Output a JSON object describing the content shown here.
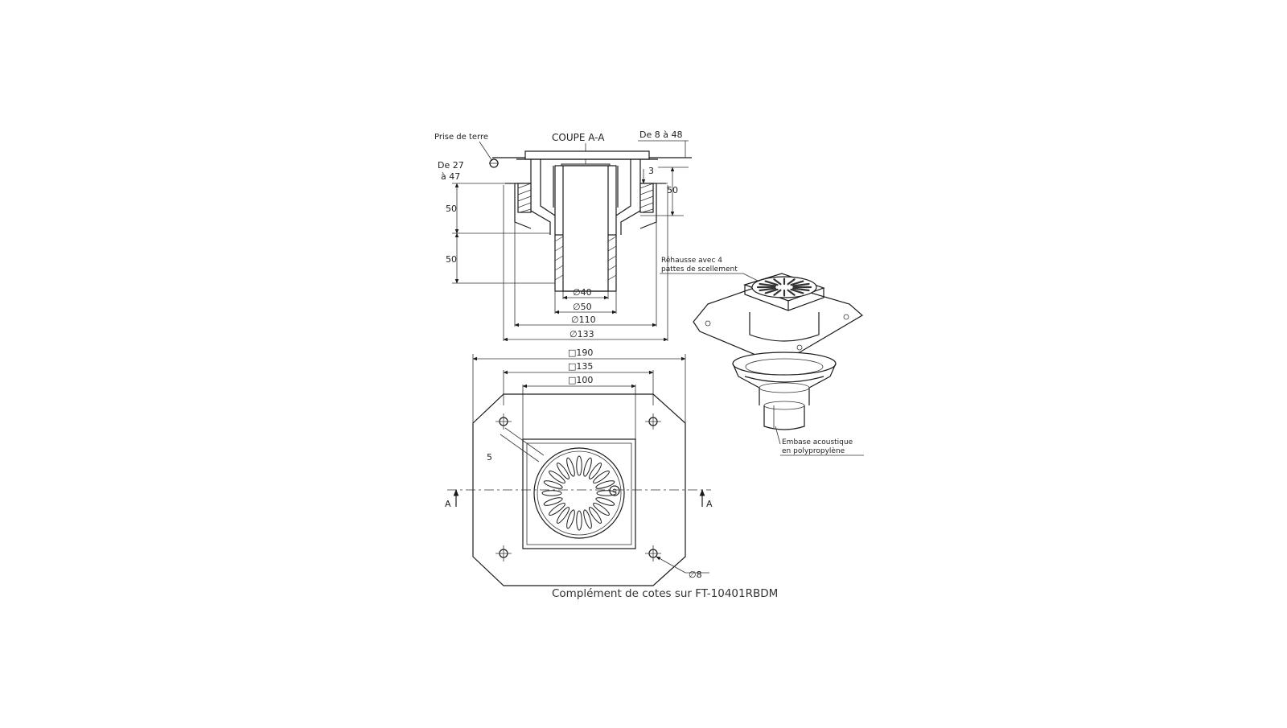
{
  "section": {
    "title": "COUPE A-A",
    "ground_label": "Prise de terre",
    "height_range_top": "De 8 à 48",
    "height_range_left_1": "De 27",
    "height_range_left_2": "à 47",
    "dim_3": "3",
    "dim_50_right": "50",
    "dim_50_left_upper": "50",
    "dim_50_left_lower": "50",
    "dia_40": "∅40",
    "dia_50": "∅50",
    "dia_110": "∅110",
    "dia_133": "∅133"
  },
  "plan": {
    "sq_190": "□190",
    "sq_135": "□135",
    "sq_100": "□100",
    "dim_5": "5",
    "dia_8": "∅8",
    "section_mark_left": "A",
    "section_mark_right": "A"
  },
  "iso": {
    "note_top_1": "Réhausse avec 4",
    "note_top_2": "pattes de scellement",
    "note_bottom_1": "Embase acoustique",
    "note_bottom_2": "en polypropylène"
  },
  "caption": "Complément de cotes sur FT-10401RBDM"
}
